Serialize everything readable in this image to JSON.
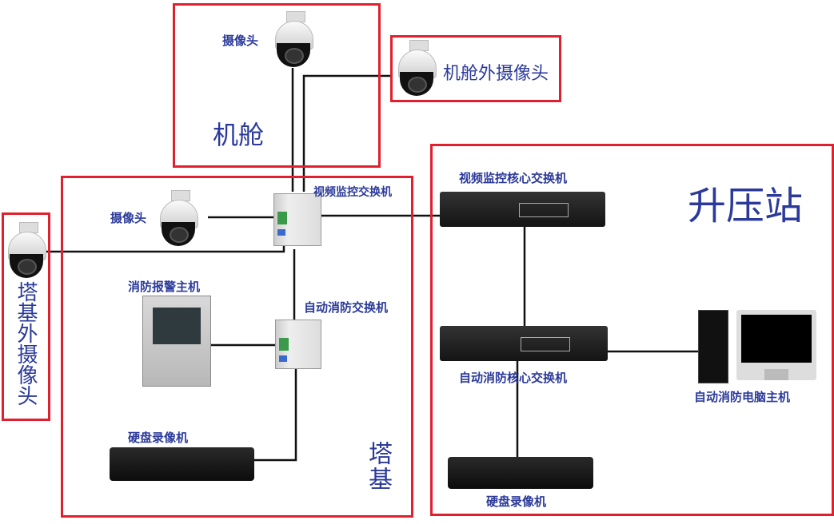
{
  "zones": {
    "nacelle": "机舱",
    "nacelle_outer_camera": "机舱外摄像头",
    "tower_base": "塔基",
    "tower_outer_camera": "塔基外摄像头",
    "substation": "升压站"
  },
  "devices": {
    "nacelle_camera": "摄像头",
    "tower_camera": "摄像头",
    "video_switch": "视频监控交换机",
    "fire_alarm_host": "消防报警主机",
    "fire_switch": "自动消防交换机",
    "tower_nvr": "硬盘录像机",
    "video_core_switch": "视频监控核心交换机",
    "fire_core_switch": "自动消防核心交换机",
    "fire_pc": "自动消防电脑主机",
    "substation_nvr": "硬盘录像机"
  },
  "colors": {
    "zone_border": "#e0202e",
    "label": "#2b3a9a"
  }
}
